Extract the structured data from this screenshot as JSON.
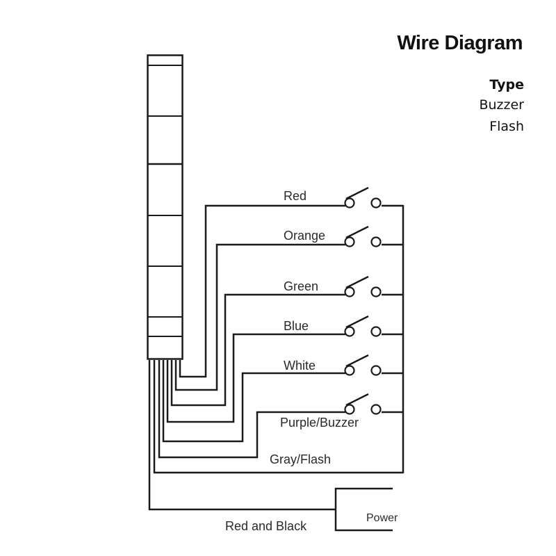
{
  "header": {
    "title": "Wire Diagram"
  },
  "type_panel": {
    "heading": "Type",
    "items": [
      "Buzzer",
      "Flash"
    ]
  },
  "diagram": {
    "stroke_color": "#1a1a1a",
    "wires": [
      {
        "id": "red",
        "label": "Red",
        "has_switch": true
      },
      {
        "id": "orange",
        "label": "Orange",
        "has_switch": true
      },
      {
        "id": "green",
        "label": "Green",
        "has_switch": true
      },
      {
        "id": "blue",
        "label": "Blue",
        "has_switch": true
      },
      {
        "id": "white",
        "label": "White",
        "has_switch": true
      },
      {
        "id": "purple-buzzer",
        "label": "Purple/Buzzer",
        "has_switch": true
      },
      {
        "id": "gray-flash",
        "label": "Gray/Flash",
        "has_switch": false
      }
    ],
    "common_wire_label": "Red and Black",
    "power_label": "Power"
  }
}
